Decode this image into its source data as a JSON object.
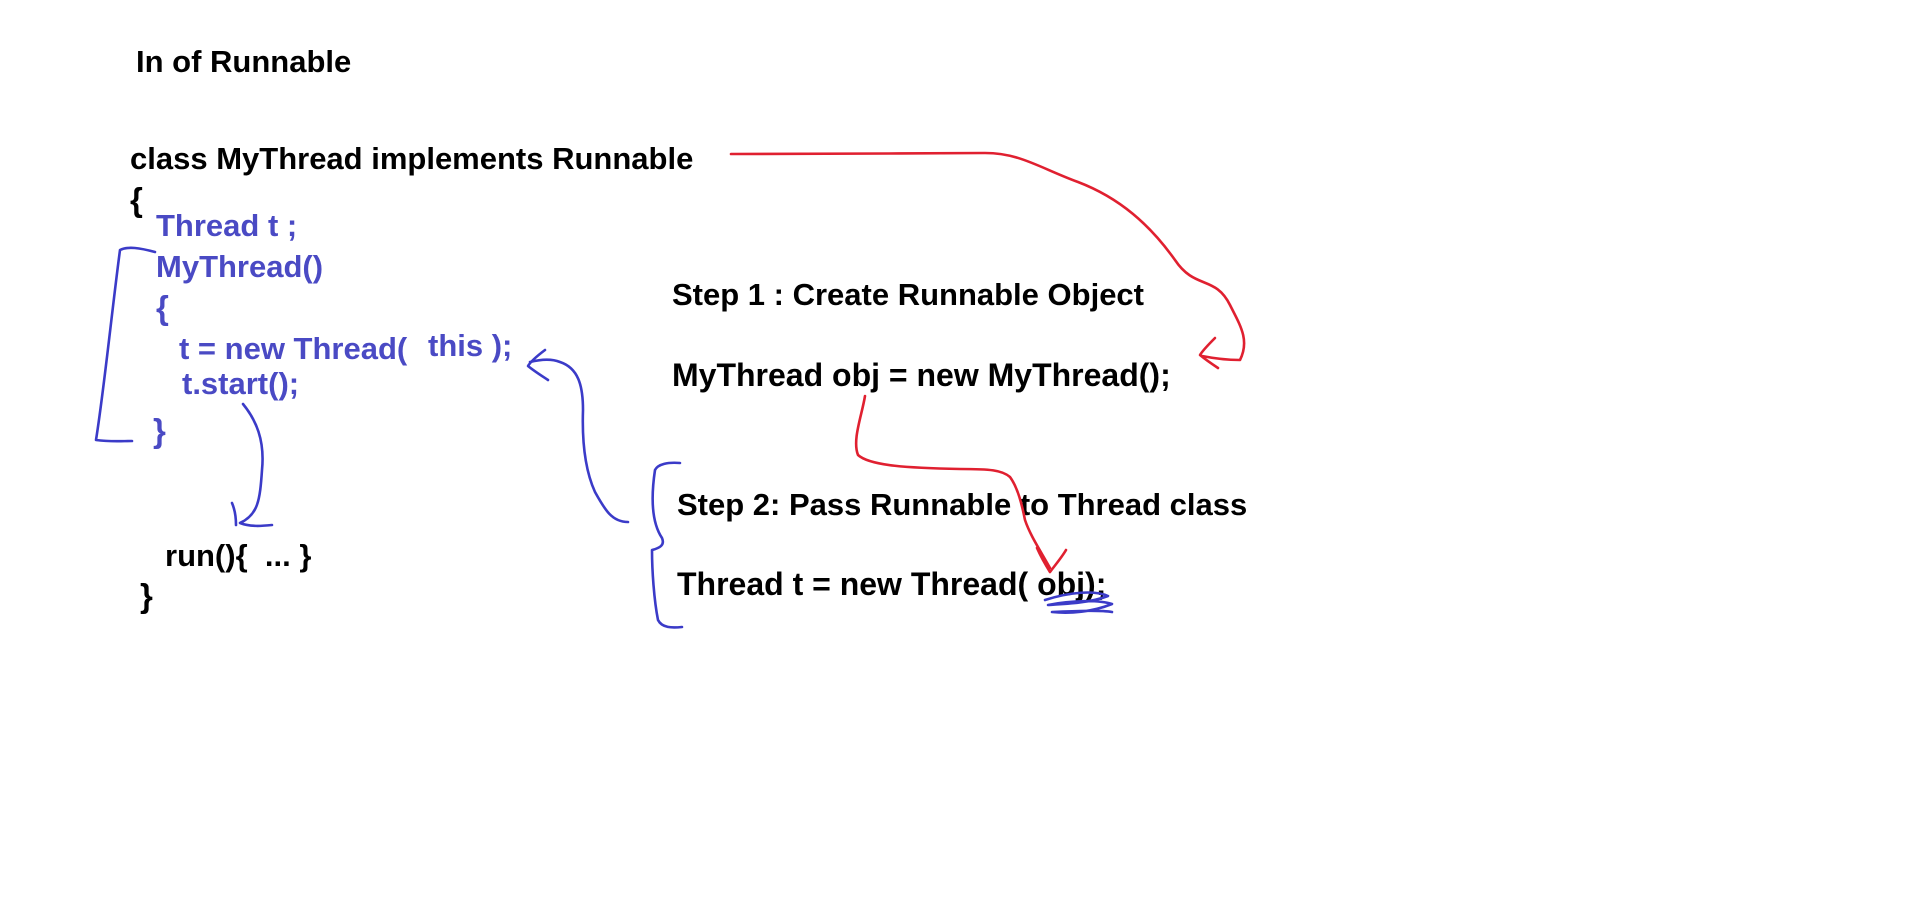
{
  "title": "In of Runnable",
  "code": {
    "class_decl": "class MyThread implements Runnable",
    "open_brace": "{",
    "field": "Thread t ;",
    "constructor": "MyThread()",
    "ctor_open": "{",
    "assign_prefix": "t = new Thread(",
    "assign_arg": "this );",
    "start_call": "t.start();",
    "ctor_close": "}",
    "run_method": "run(){  ... }",
    "close_brace": "}"
  },
  "steps": {
    "step1_label": "Step 1 : Create Runnable Object",
    "step1_code": "MyThread obj = new MyThread();",
    "step2_label": "Step 2: Pass Runnable to Thread class",
    "step2_code": "Thread t = new Thread( obj);"
  },
  "colors": {
    "text": "#000000",
    "annotation_blue": "#4a4ac4",
    "arrow_red": "#e02030"
  }
}
